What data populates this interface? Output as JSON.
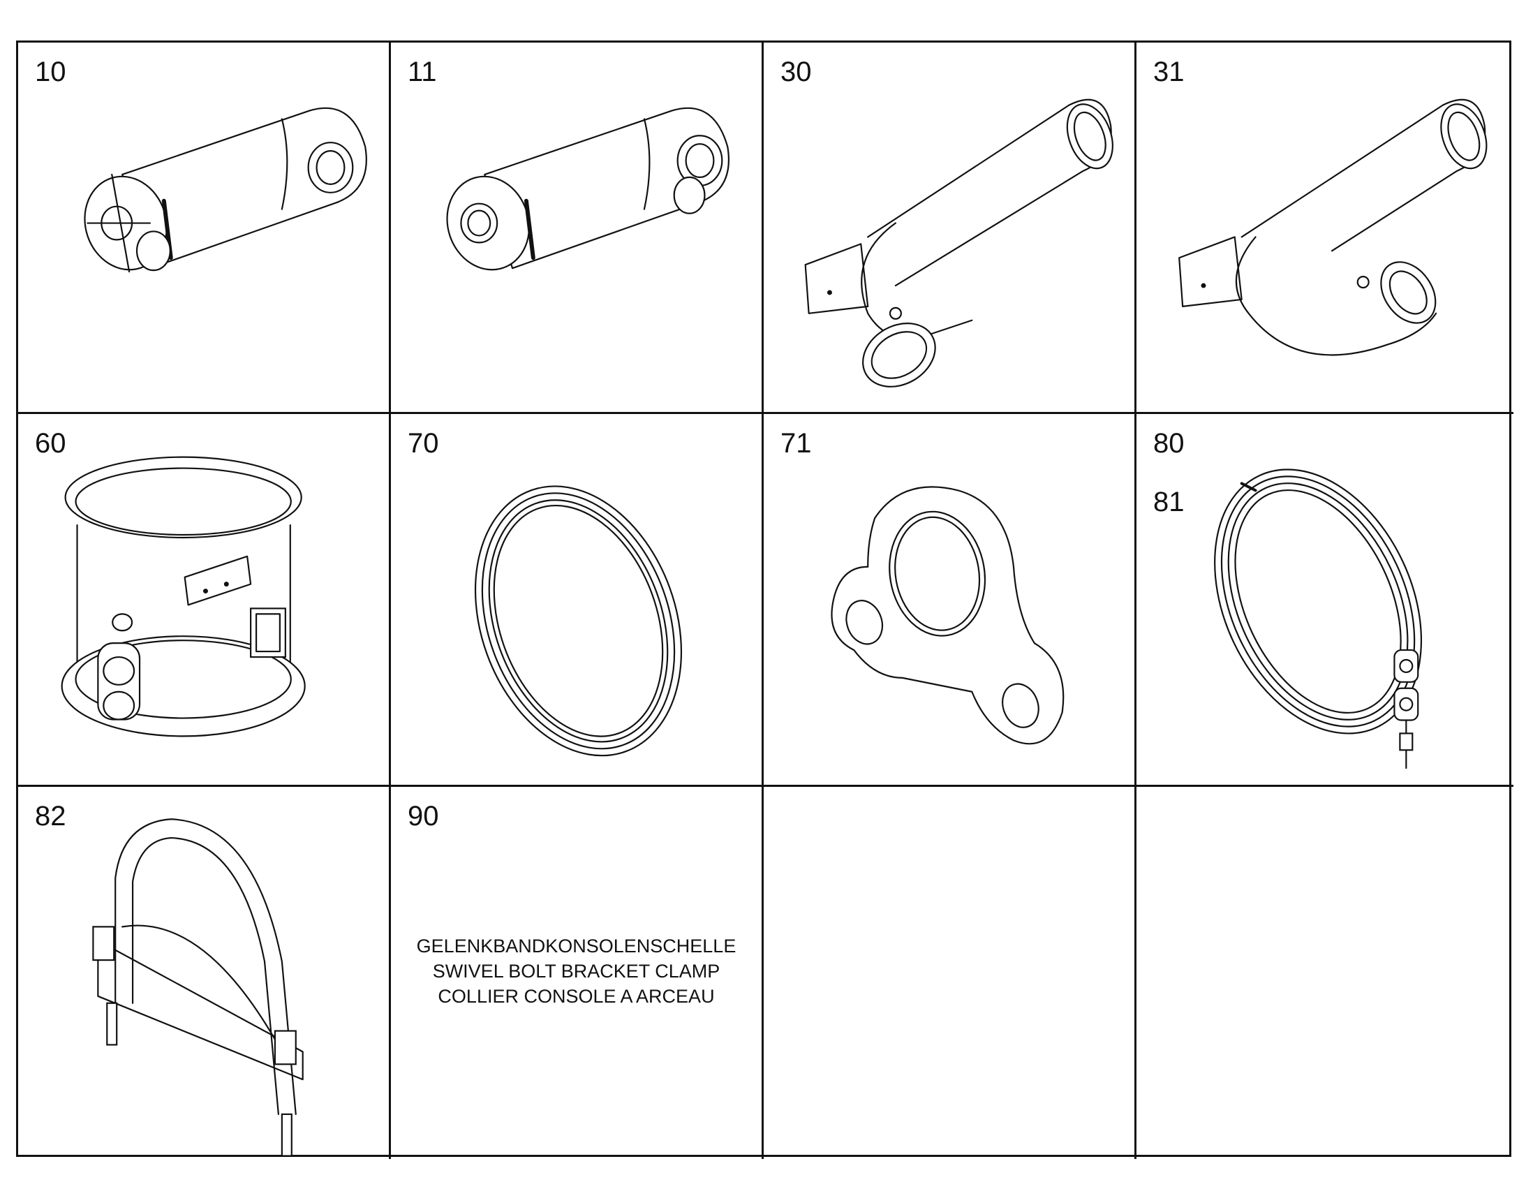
{
  "parts": [
    {
      "number": "10"
    },
    {
      "number": "11"
    },
    {
      "number": "30"
    },
    {
      "number": "31"
    },
    {
      "number": "60"
    },
    {
      "number": "70"
    },
    {
      "number": "71"
    },
    {
      "number": "80",
      "number_2": "81"
    },
    {
      "number": "82"
    },
    {
      "number": "90",
      "description": [
        "GELENKBANDKONSOLENSCHELLE",
        "SWIVEL BOLT BRACKET CLAMP",
        "COLLIER CONSOLE A ARCEAU"
      ]
    },
    {
      "number": ""
    },
    {
      "number": ""
    }
  ]
}
